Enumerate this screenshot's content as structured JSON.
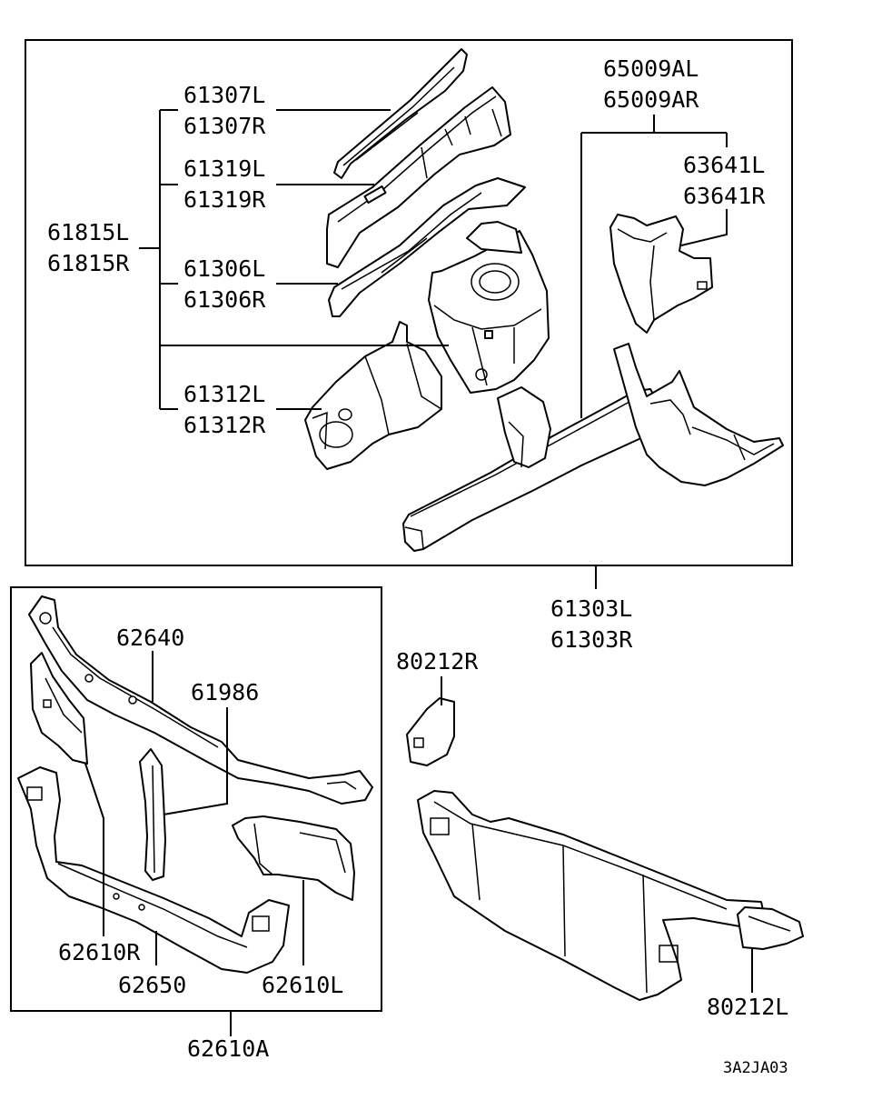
{
  "labels": {
    "p61307L": "61307L",
    "p61307R": "61307R",
    "p61319L": "61319L",
    "p61319R": "61319R",
    "p61815L": "61815L",
    "p61815R": "61815R",
    "p61306L": "61306L",
    "p61306R": "61306R",
    "p61312L": "61312L",
    "p61312R": "61312R",
    "p65009AL": "65009AL",
    "p65009AR": "65009AR",
    "p63641L": "63641L",
    "p63641R": "63641R",
    "p61303L": "61303L",
    "p61303R": "61303R",
    "p62640": "62640",
    "p61986": "61986",
    "p62610R": "62610R",
    "p62650": "62650",
    "p62610L": "62610L",
    "p62610A": "62610A",
    "p80212R": "80212R",
    "p80212L": "80212L"
  },
  "diagram_code": "3A2JA03"
}
